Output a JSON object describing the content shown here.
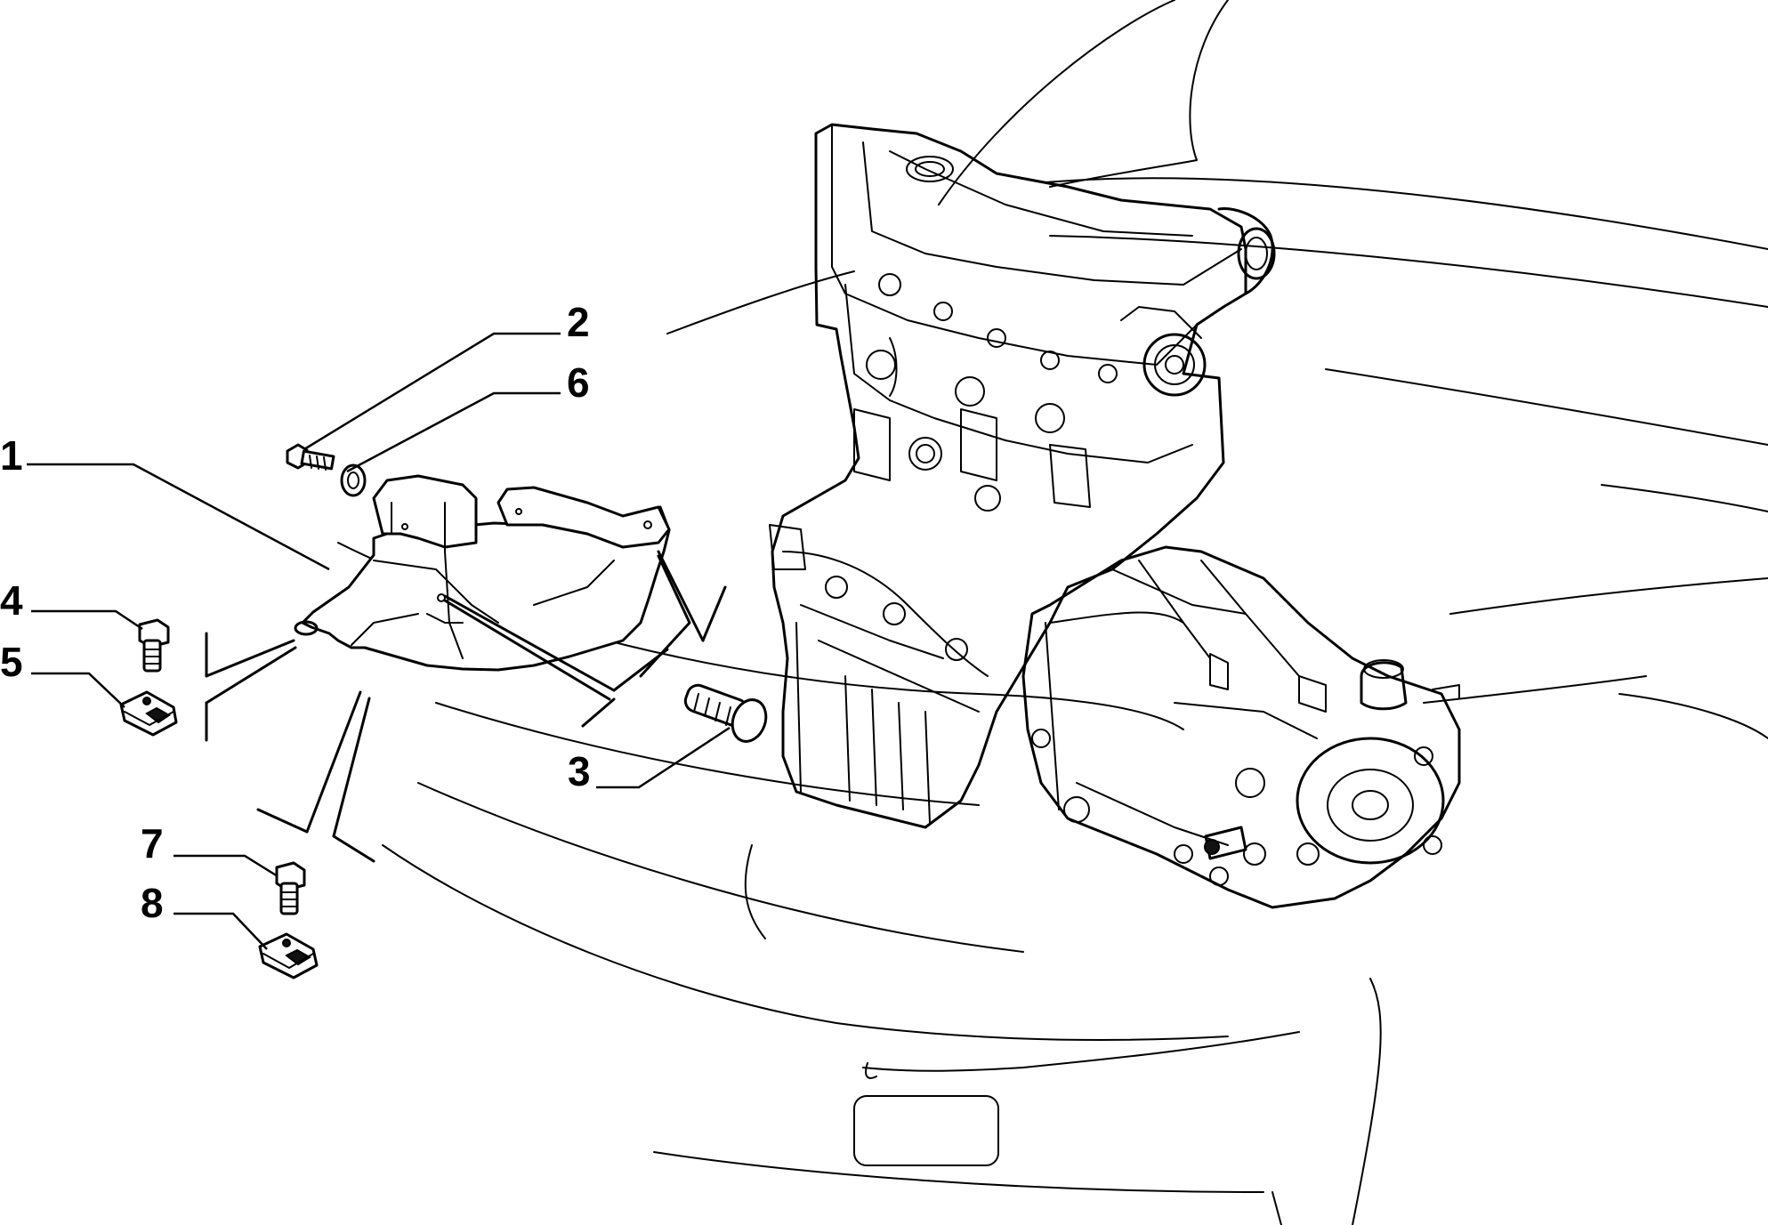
{
  "diagram": {
    "callouts": [
      {
        "id": "1",
        "label": "1",
        "part": "shield"
      },
      {
        "id": "2",
        "label": "2",
        "part": "screw"
      },
      {
        "id": "3",
        "label": "3",
        "part": "fastener"
      },
      {
        "id": "4",
        "label": "4",
        "part": "screw"
      },
      {
        "id": "5",
        "label": "5",
        "part": "clip"
      },
      {
        "id": "6",
        "label": "6",
        "part": "washer"
      },
      {
        "id": "7",
        "label": "7",
        "part": "screw"
      },
      {
        "id": "8",
        "label": "8",
        "part": "clip"
      }
    ],
    "colors": {
      "line": "#000000",
      "background": "#ffffff"
    }
  }
}
